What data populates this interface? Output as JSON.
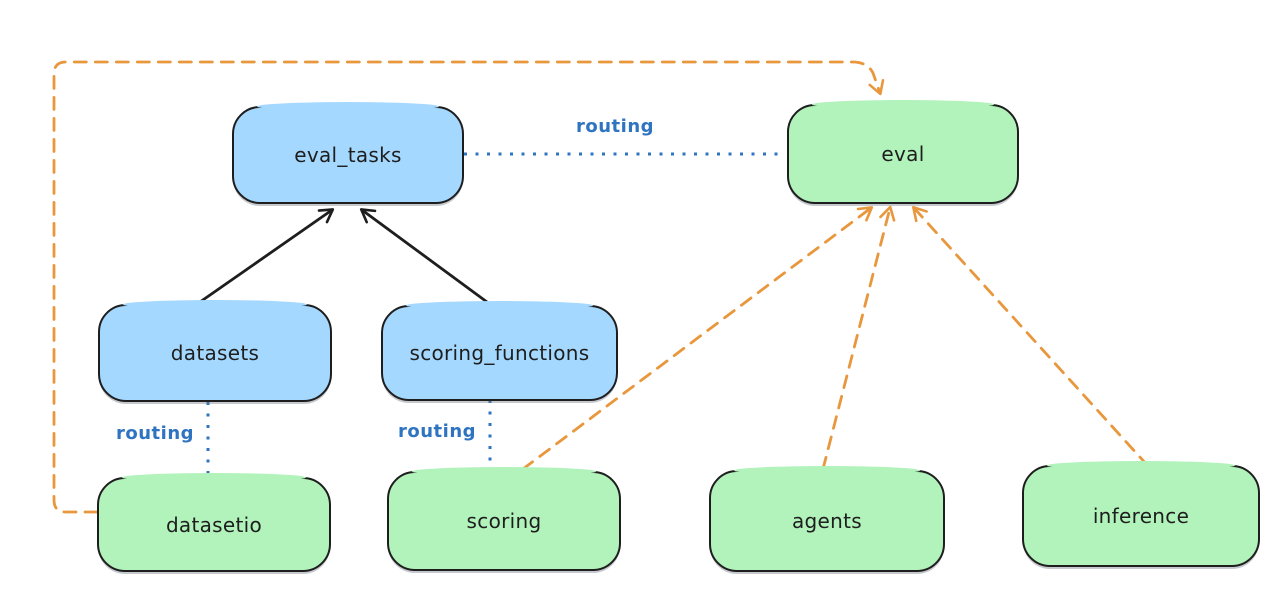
{
  "diagram": {
    "type": "architecture-routing-diagram",
    "colors": {
      "background": "#ffffff",
      "registry_fill_blue": "#a5d8ff",
      "api_fill_green": "#b2f2bb",
      "stroke_black": "#1e1e1e",
      "routing_blue": "#2f74c0",
      "provider_orange": "#e8973d"
    },
    "nodes": [
      {
        "id": "eval_tasks",
        "label": "eval_tasks",
        "fill": "#a5d8ff"
      },
      {
        "id": "eval",
        "label": "eval",
        "fill": "#b2f2bb"
      },
      {
        "id": "datasets",
        "label": "datasets",
        "fill": "#a5d8ff"
      },
      {
        "id": "scoring_functions",
        "label": "scoring_functions",
        "fill": "#a5d8ff"
      },
      {
        "id": "datasetio",
        "label": "datasetio",
        "fill": "#b2f2bb"
      },
      {
        "id": "scoring",
        "label": "scoring",
        "fill": "#b2f2bb"
      },
      {
        "id": "agents",
        "label": "agents",
        "fill": "#b2f2bb"
      },
      {
        "id": "inference",
        "label": "inference",
        "fill": "#b2f2bb"
      }
    ],
    "edges": [
      {
        "from": "datasets",
        "to": "eval_tasks",
        "style": "solid",
        "color": "#1e1e1e",
        "arrow": true,
        "label": ""
      },
      {
        "from": "scoring_functions",
        "to": "eval_tasks",
        "style": "solid",
        "color": "#1e1e1e",
        "arrow": true,
        "label": ""
      },
      {
        "from": "eval_tasks",
        "to": "eval",
        "style": "dotted",
        "color": "#2f74c0",
        "arrow": false,
        "label": "routing"
      },
      {
        "from": "datasets",
        "to": "datasetio",
        "style": "dotted",
        "color": "#2f74c0",
        "arrow": false,
        "label": "routing"
      },
      {
        "from": "scoring_functions",
        "to": "scoring",
        "style": "dotted",
        "color": "#2f74c0",
        "arrow": false,
        "label": "routing"
      },
      {
        "from": "datasetio",
        "to": "eval",
        "style": "dashed",
        "color": "#e8973d",
        "arrow": true,
        "label": ""
      },
      {
        "from": "scoring",
        "to": "eval",
        "style": "dashed",
        "color": "#e8973d",
        "arrow": true,
        "label": ""
      },
      {
        "from": "agents",
        "to": "eval",
        "style": "dashed",
        "color": "#e8973d",
        "arrow": true,
        "label": ""
      },
      {
        "from": "inference",
        "to": "eval",
        "style": "dashed",
        "color": "#e8973d",
        "arrow": true,
        "label": ""
      }
    ]
  }
}
